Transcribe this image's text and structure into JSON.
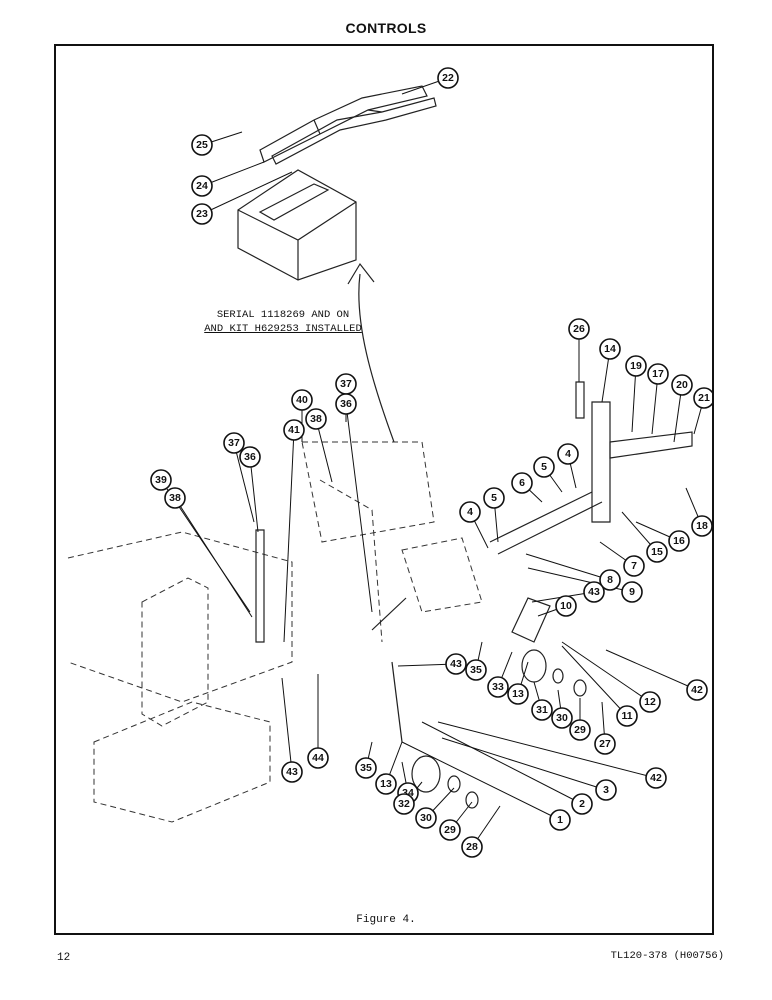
{
  "header": {
    "title": "CONTROLS"
  },
  "figure": {
    "caption": "Figure 4.",
    "serial_line1": "SERIAL 1118269 AND ON",
    "serial_line2": "AND KIT H629253 INSTALLED",
    "callout_numbers": [
      "1",
      "2",
      "3",
      "4",
      "5",
      "6",
      "7",
      "8",
      "9",
      "10",
      "11",
      "12",
      "13",
      "14",
      "15",
      "16",
      "17",
      "18",
      "19",
      "20",
      "21",
      "22",
      "23",
      "24",
      "25",
      "26",
      "27",
      "28",
      "29",
      "30",
      "31",
      "32",
      "33",
      "34",
      "35",
      "36",
      "37",
      "38",
      "39",
      "40",
      "41",
      "42",
      "43",
      "44"
    ]
  },
  "footer": {
    "page_number": "12",
    "doc_code": "TL120-378 (H00756)"
  }
}
